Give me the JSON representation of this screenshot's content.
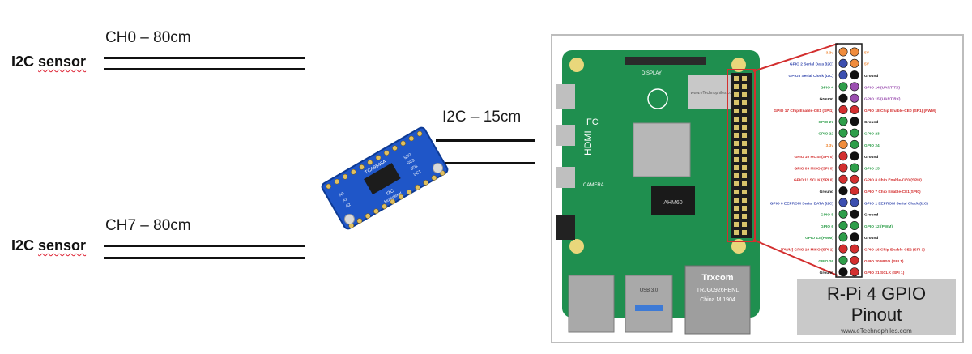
{
  "channels": {
    "ch0": {
      "label": "CH0 – 80cm",
      "sensor_word1": "I2C",
      "sensor_word2": "sensor"
    },
    "ch7": {
      "label": "CH7 – 80cm",
      "sensor_word1": "I2C",
      "sensor_word2": "sensor"
    }
  },
  "bus": {
    "label": "I2C – 15cm"
  },
  "mux_board": {
    "chip_marking": "TCA9548A",
    "pin_labels": [
      "SD2",
      "SC2",
      "A0",
      "A1",
      "A2",
      "SD1",
      "SC1",
      "I2C",
      "Multiplexer"
    ]
  },
  "pi_board": {
    "title_line1": "R-Pi 4 GPIO",
    "title_line2": "Pinout",
    "website": "www.eTechnophiles.com",
    "silkscreen": {
      "display": "DISPLAY",
      "camera": "CAMERA",
      "hdmi": "HDMI",
      "fc": "FC",
      "chip": "AHM60",
      "eth_brand": "Trxcom",
      "eth_model": "TRJG0926HENL",
      "eth_origin": "China M 1904",
      "usb": "USB 3.0",
      "watermark": "www.eTechnophiles.com"
    },
    "colors": {
      "board": "#1f8f4f",
      "frame": "#bdbdbd",
      "highlight": "#d32f2f"
    }
  },
  "gpio": {
    "colors": {
      "power": "#f08c3c",
      "ground": "#111111",
      "gpio": "#2e9e4a",
      "i2c": "#3c4fb0",
      "spi": "#d32f2f",
      "uart": "#9b4fb0"
    },
    "left": [
      {
        "label": "3.3v",
        "type": "power"
      },
      {
        "label": "GPIO 2 Serial Data (I2C)",
        "type": "i2c"
      },
      {
        "label": "GPIO3 Serial Clock (I2C)",
        "type": "i2c"
      },
      {
        "label": "GPIO 4",
        "type": "gpio"
      },
      {
        "label": "Ground",
        "type": "ground"
      },
      {
        "label": "GPIO 17 Chip Enable-CE1 (SPI1)",
        "type": "spi"
      },
      {
        "label": "GPIO 27",
        "type": "gpio"
      },
      {
        "label": "GPIO 22",
        "type": "gpio"
      },
      {
        "label": "3.3v",
        "type": "power"
      },
      {
        "label": "GPIO 10 MOSI (SPI 0)",
        "type": "spi"
      },
      {
        "label": "GPIO 09 MISO (SPI 0)",
        "type": "spi"
      },
      {
        "label": "GPIO 11 SCLK (SPI 0)",
        "type": "spi"
      },
      {
        "label": "Ground",
        "type": "ground"
      },
      {
        "label": "GPIO 0 EEPROM Serial DATA (I2C)",
        "type": "i2c"
      },
      {
        "label": "GPIO 5",
        "type": "gpio"
      },
      {
        "label": "GPIO 6",
        "type": "gpio"
      },
      {
        "label": "GPIO 13 (PWM)",
        "type": "gpio"
      },
      {
        "label": "[PWM] GPIO 19 MISO (SPI 1)",
        "type": "spi"
      },
      {
        "label": "GPIO 26",
        "type": "gpio"
      },
      {
        "label": "Ground",
        "type": "ground"
      }
    ],
    "right": [
      {
        "label": "5V",
        "type": "power"
      },
      {
        "label": "5V",
        "type": "power"
      },
      {
        "label": "Ground",
        "type": "ground"
      },
      {
        "label": "GPIO 14 (UART TX)",
        "type": "uart"
      },
      {
        "label": "GPIO 15 (UART RX)",
        "type": "uart"
      },
      {
        "label": "GPIO 18 Chip Enable-CE0 (SP1) [PWM]",
        "type": "spi"
      },
      {
        "label": "Ground",
        "type": "ground"
      },
      {
        "label": "GPIO 23",
        "type": "gpio"
      },
      {
        "label": "GPIO 24",
        "type": "gpio"
      },
      {
        "label": "Ground",
        "type": "ground"
      },
      {
        "label": "GPIO 25",
        "type": "gpio"
      },
      {
        "label": "GPIO 8 Chip Enable-CE0 (SPI0)",
        "type": "spi"
      },
      {
        "label": "GPIO 7 Chip Enable-CE1(SPI0)",
        "type": "spi"
      },
      {
        "label": "GPIO 1 EEPROM Serial Clock (I2C)",
        "type": "i2c"
      },
      {
        "label": "Ground",
        "type": "ground"
      },
      {
        "label": "GPIO 12 (PWM)",
        "type": "gpio"
      },
      {
        "label": "Ground",
        "type": "ground"
      },
      {
        "label": "GPIO 16 Chip Enable-CE2 (SPI 1)",
        "type": "spi"
      },
      {
        "label": "GPIO 20 MISO (SPI 1)",
        "type": "spi"
      },
      {
        "label": "GPIO 21 SCLK (SPI 1)",
        "type": "spi"
      }
    ]
  }
}
